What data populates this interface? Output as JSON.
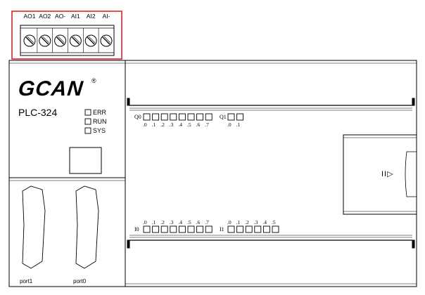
{
  "terminal_block": {
    "labels": [
      "AO1",
      "AO2",
      "AO-",
      "AI1",
      "AI2",
      "AI-"
    ],
    "highlight_color": "#d9262c"
  },
  "brand": {
    "logo_text": "GCAN",
    "registered_mark": "®",
    "model": "PLC-324"
  },
  "status_leds": [
    {
      "label": "ERR"
    },
    {
      "label": "RUN"
    },
    {
      "label": "SYS"
    }
  ],
  "outputs": {
    "q0": {
      "name": "Q0",
      "pins": [
        ".0",
        ".1",
        ".2",
        ".3",
        ".4",
        ".5",
        ".6",
        ".7"
      ]
    },
    "q1": {
      "name": "Q1",
      "pins": [
        ".0",
        ".1"
      ]
    }
  },
  "inputs": {
    "i0": {
      "name": "I0",
      "pins": [
        ".0",
        ".1",
        ".2",
        ".3",
        ".4",
        ".5",
        ".6",
        ".7"
      ]
    },
    "i1": {
      "name": "I1",
      "pins": [
        ".0",
        ".1",
        ".2",
        ".3",
        ".4",
        ".5"
      ]
    }
  },
  "ports": [
    {
      "label": "port1"
    },
    {
      "label": "port0"
    }
  ],
  "slide_cover": {
    "symbol": "II▷"
  }
}
